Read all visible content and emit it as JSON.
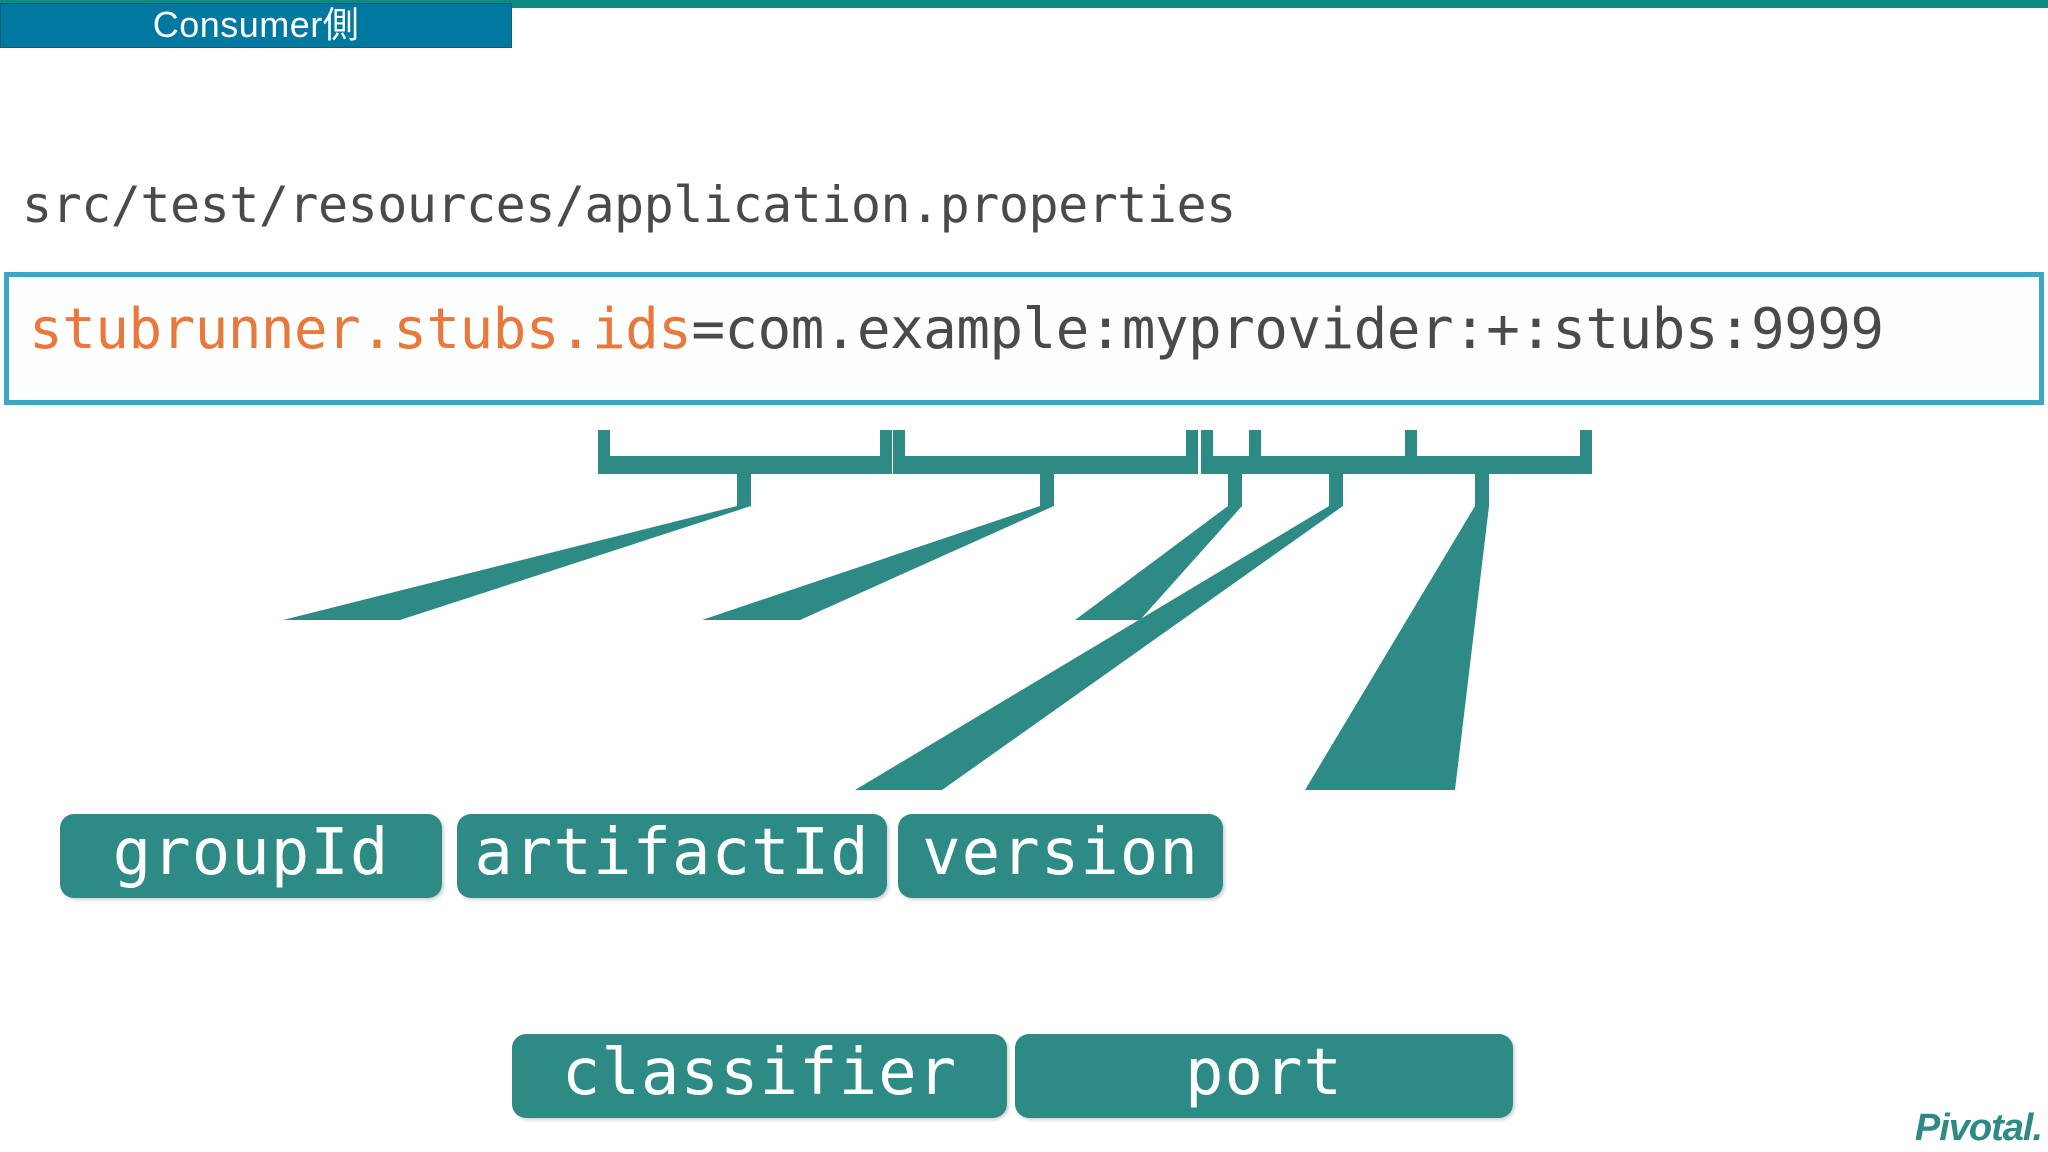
{
  "slide": {
    "header_tab_label": "Consumer側",
    "file_path": "src/test/resources/application.properties",
    "pivotal_logo": "Pivotal."
  },
  "code": {
    "property_key": "stubrunner.stubs.ids",
    "separator_and_value": "=com.example:myprovider:+:stubs:9999",
    "full_line": "stubrunner.stubs.ids=com.example:myprovider:+:stubs:9999"
  },
  "callouts": {
    "row1": [
      {
        "id": "groupId",
        "label": "groupId",
        "maps_to": "com.example"
      },
      {
        "id": "artifactId",
        "label": "artifactId",
        "maps_to": "myprovider"
      },
      {
        "id": "version",
        "label": "version",
        "maps_to": "+"
      }
    ],
    "row2": [
      {
        "id": "classifier",
        "label": "classifier",
        "maps_to": "stubs"
      },
      {
        "id": "port",
        "label": "port",
        "maps_to": "9999"
      }
    ]
  },
  "colors": {
    "top_strip": "#0d8b82",
    "header_tab": "#00789f",
    "code_border": "#3ea7c3",
    "code_key": "#e8783c",
    "code_value": "#4a4a4a",
    "callout_fill": "#2d8a84",
    "connector": "#2d8a84",
    "text_dark": "#4a4a4a"
  }
}
